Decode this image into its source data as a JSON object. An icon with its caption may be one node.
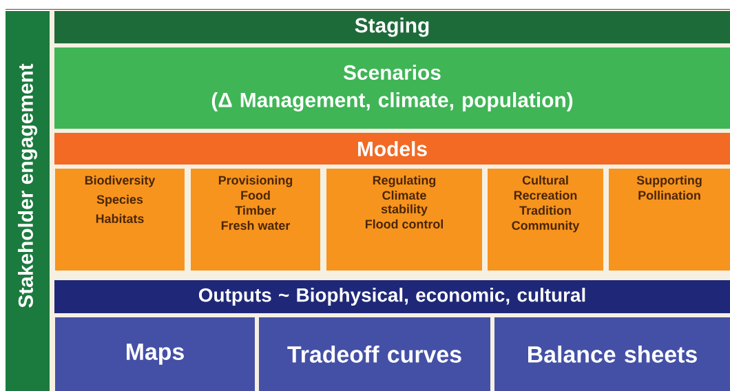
{
  "diagram": {
    "nodes": [
      {
        "text": [
          "Stakeholder engagement"
        ]
      },
      {
        "text": [
          "Staging"
        ]
      },
      {
        "text": [
          "Scenarios",
          "(Δ Management, climate, population)"
        ]
      },
      {
        "text": [
          "Models"
        ]
      },
      {
        "text": [
          "Biodiversity",
          "Species",
          "Habitats"
        ]
      },
      {
        "text": [
          "Provisioning",
          "Food",
          "Timber",
          "Fresh water"
        ]
      },
      {
        "text": [
          "Regulating",
          "Climate stability",
          "Flood control"
        ]
      },
      {
        "text": [
          "Cultural",
          "Recreation",
          "Tradition",
          "Community"
        ]
      },
      {
        "text": [
          "Supporting",
          "Pollination"
        ]
      },
      {
        "text": [
          "Outputs ~ Biophysical, economic, cultural"
        ]
      },
      {
        "text": [
          "Maps"
        ]
      },
      {
        "text": [
          "Tradeoff curves"
        ]
      },
      {
        "text": [
          "Balance sheets"
        ]
      }
    ]
  }
}
